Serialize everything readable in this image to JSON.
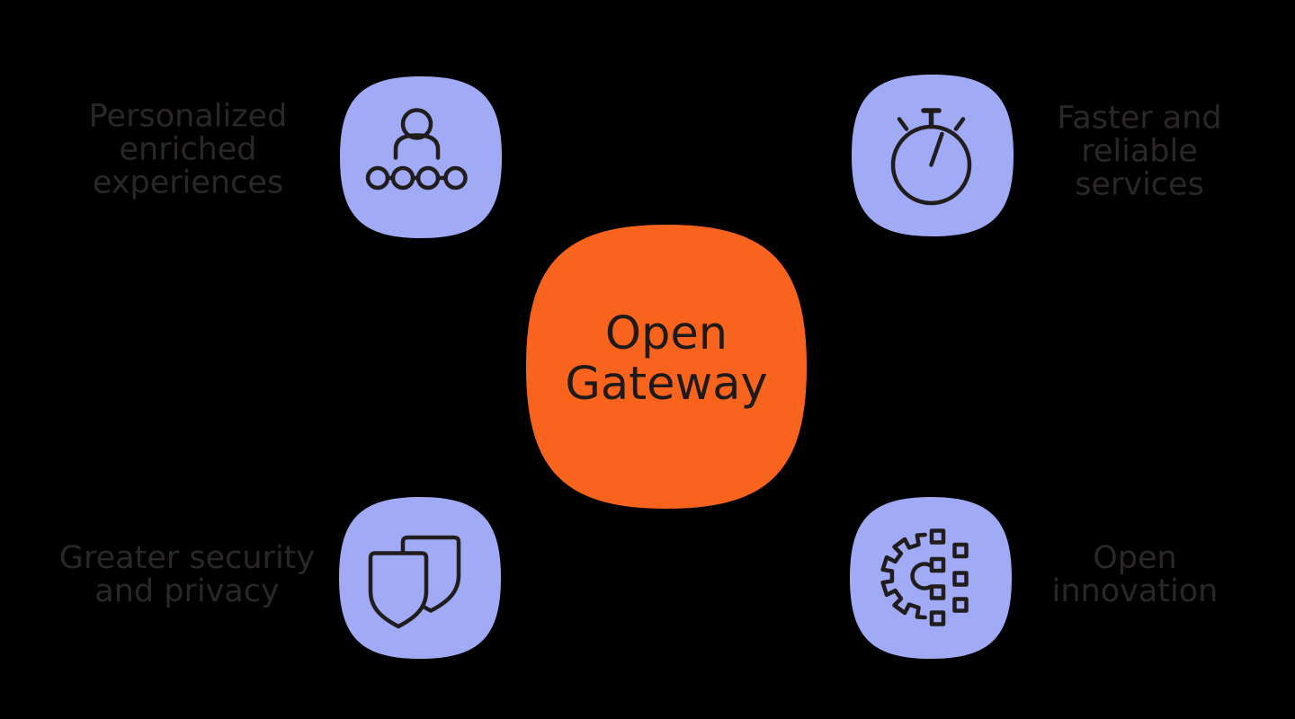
{
  "colors": {
    "background": "#000000",
    "tile": "#A0AAF5",
    "accent_orange": "#F8641E",
    "icon_stroke": "#221D1D",
    "label_text": "#2B2727",
    "center_text": "#1F1A1A"
  },
  "center": {
    "label": "Open Gateway",
    "label_lines": [
      "Open",
      "Gateway"
    ]
  },
  "cards": [
    {
      "position": "top-left",
      "icon": "person-network-icon",
      "label": "Personalized enriched experiences",
      "label_lines": [
        "Personalized",
        "enriched",
        "experiences"
      ]
    },
    {
      "position": "top-right",
      "icon": "stopwatch-icon",
      "label": "Faster and reliable services",
      "label_lines": [
        "Faster and",
        "reliable",
        "services"
      ]
    },
    {
      "position": "bottom-left",
      "icon": "double-shield-icon",
      "label": "Greater security and privacy",
      "label_lines": [
        "Greater security",
        "and privacy"
      ]
    },
    {
      "position": "bottom-right",
      "icon": "gear-data-icon",
      "label": "Open innovation",
      "label_lines": [
        "Open",
        "innovation"
      ]
    }
  ]
}
